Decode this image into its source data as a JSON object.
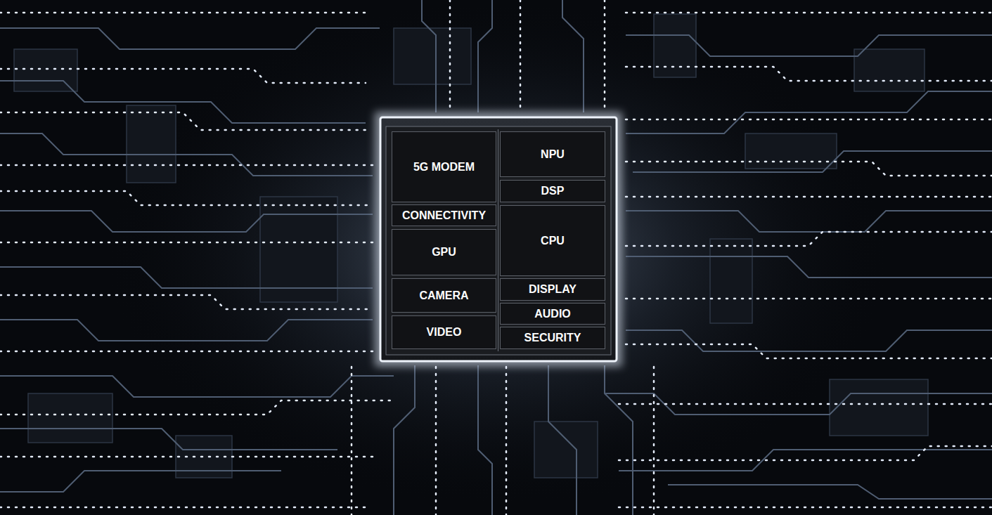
{
  "diagram": {
    "nodes": [
      {
        "text": [
          "5G MODEM"
        ]
      },
      {
        "text": [
          "NPU"
        ]
      },
      {
        "text": [
          "DSP"
        ]
      },
      {
        "text": [
          "CONNECTIVITY"
        ]
      },
      {
        "text": [
          "CPU"
        ]
      },
      {
        "text": [
          "GPU"
        ]
      },
      {
        "text": [
          "CAMERA"
        ]
      },
      {
        "text": [
          "DISPLAY"
        ]
      },
      {
        "text": [
          "AUDIO"
        ]
      },
      {
        "text": [
          "VIDEO"
        ]
      },
      {
        "text": [
          "SECURITY"
        ]
      }
    ]
  }
}
